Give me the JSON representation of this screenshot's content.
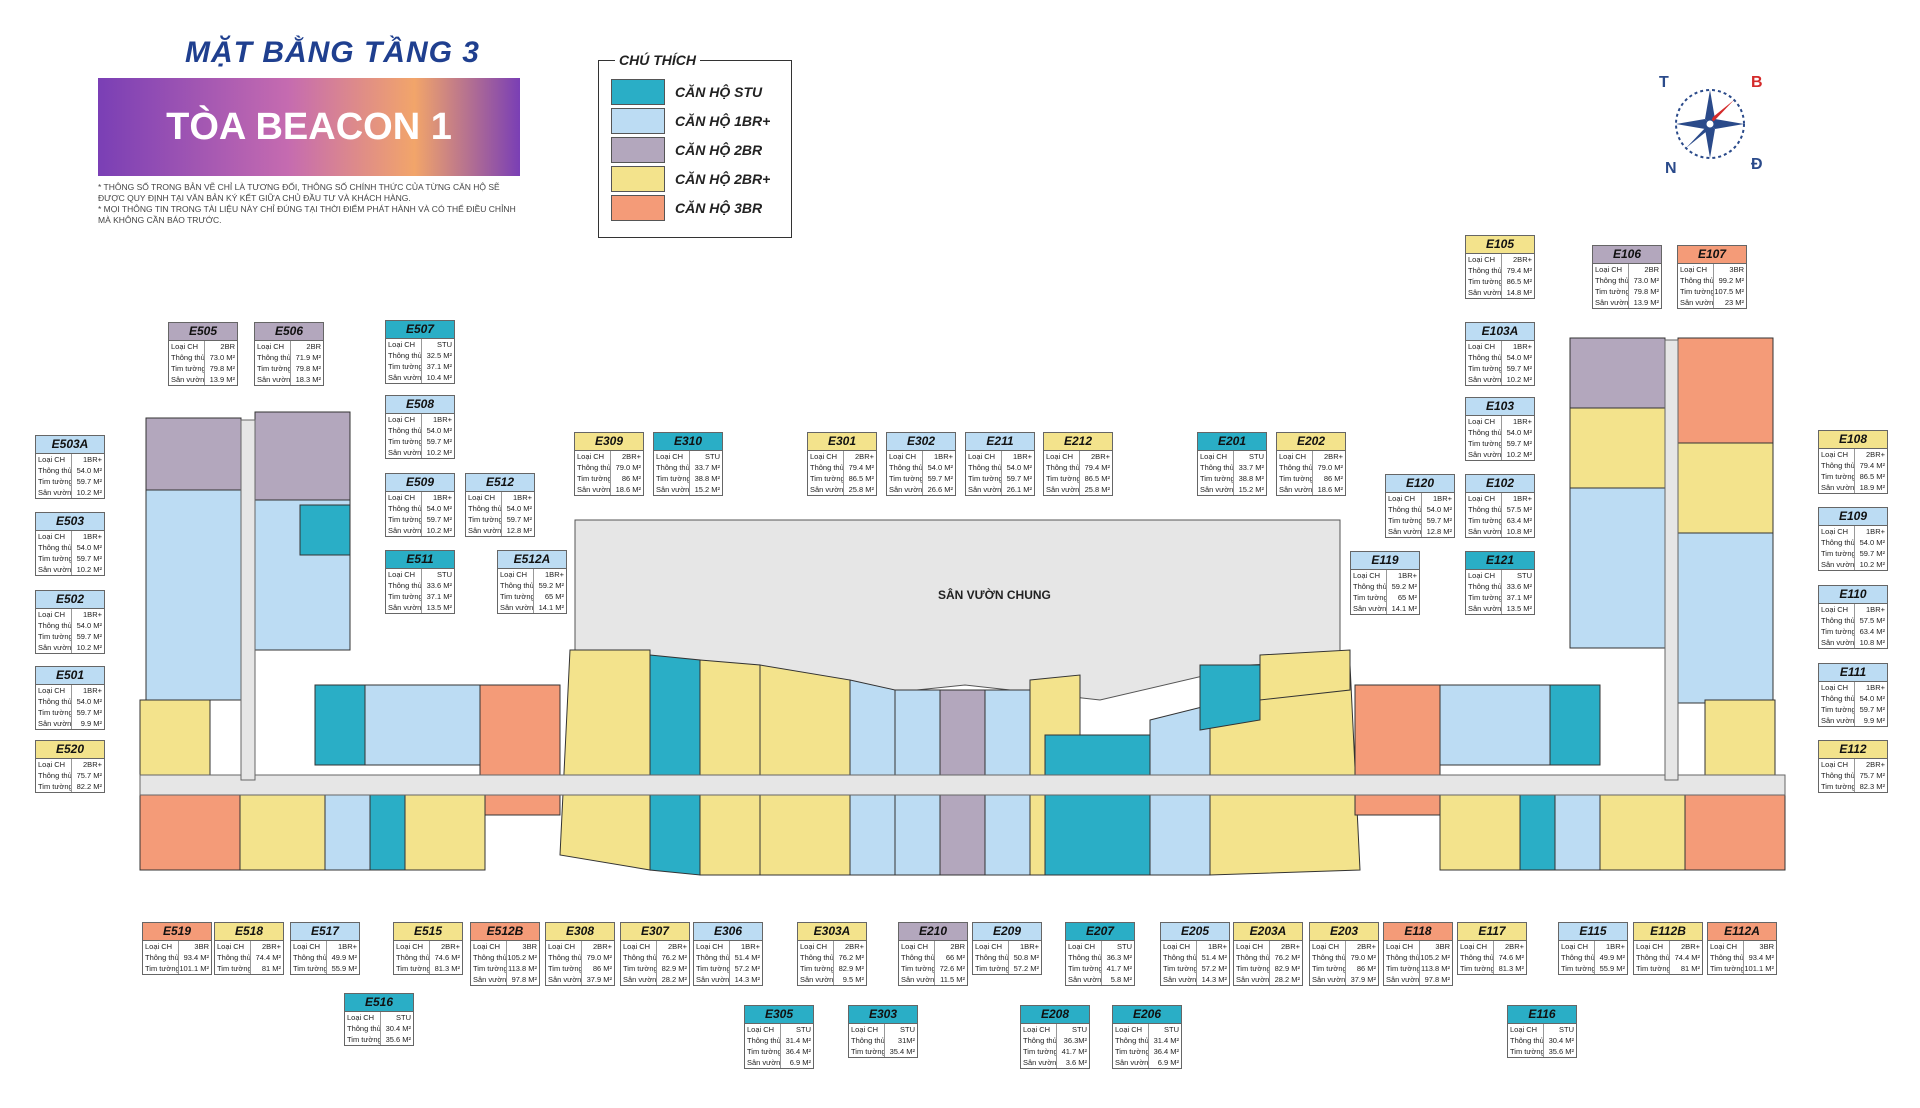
{
  "title": "MẶT BẰNG TẦNG 3",
  "banner": "TÒA BEACON 1",
  "notes": [
    "* THÔNG SỐ TRONG BẢN VẼ CHỈ LÀ TƯƠNG ĐỐI, THÔNG SỐ CHÍNH THỨC CỦA TỪNG CĂN HỘ SẼ ĐƯỢC QUY ĐỊNH TẠI VĂN BẢN KÝ KẾT GIỮA CHỦ ĐẦU TƯ VÀ KHÁCH HÀNG.",
    "* MỌI THÔNG TIN TRONG TÀI LIỆU NÀY CHỈ ĐÚNG TẠI THỜI ĐIỂM PHÁT HÀNH VÀ CÓ THỂ ĐIỀU CHỈNH MÀ KHÔNG CẦN BÁO TRƯỚC."
  ],
  "legend": {
    "title": "CHÚ THÍCH",
    "items": [
      {
        "label": "CĂN HỘ STU",
        "color": "#2aaec6"
      },
      {
        "label": "CĂN HỘ 1BR+",
        "color": "#bcdcf3"
      },
      {
        "label": "CĂN HỘ 2BR",
        "color": "#b3a7bd"
      },
      {
        "label": "CĂN HỘ 2BR+",
        "color": "#f3e38c"
      },
      {
        "label": "CĂN HỘ 3BR",
        "color": "#f49b78"
      }
    ]
  },
  "compass": {
    "n": "T",
    "e": "B",
    "s": "Đ",
    "w": "N"
  },
  "garden_label": "SÂN VƯỜN CHUNG",
  "row_labels": {
    "type": "Loại CH",
    "net": "Thông thủy",
    "gross": "Tim tường",
    "garden": "Sân vườn"
  },
  "units": [
    {
      "id": "E505",
      "type": "2BR",
      "net": "73.0 M²",
      "gross": "79.8 M²",
      "garden": "13.9 M²"
    },
    {
      "id": "E506",
      "type": "2BR",
      "net": "71.9 M²",
      "gross": "79.8 M²",
      "garden": "18.3 M²"
    },
    {
      "id": "E507",
      "type": "STU",
      "net": "32.5 M²",
      "gross": "37.1 M²",
      "garden": "10.4 M²"
    },
    {
      "id": "E508",
      "type": "1BR+",
      "net": "54.0 M²",
      "gross": "59.7 M²",
      "garden": "10.2 M²"
    },
    {
      "id": "E509",
      "type": "1BR+",
      "net": "54.0 M²",
      "gross": "59.7 M²",
      "garden": "10.2 M²"
    },
    {
      "id": "E512",
      "type": "1BR+",
      "net": "54.0 M²",
      "gross": "59.7 M²",
      "garden": "12.8 M²"
    },
    {
      "id": "E511",
      "type": "STU",
      "net": "33.6 M²",
      "gross": "37.1 M²",
      "garden": "13.5 M²"
    },
    {
      "id": "E512A",
      "type": "1BR+",
      "net": "59.2 M²",
      "gross": "65 M²",
      "garden": "14.1 M²"
    },
    {
      "id": "E503A",
      "type": "1BR+",
      "net": "54.0 M²",
      "gross": "59.7 M²",
      "garden": "10.2 M²"
    },
    {
      "id": "E503",
      "type": "1BR+",
      "net": "54.0 M²",
      "gross": "59.7 M²",
      "garden": "10.2 M²"
    },
    {
      "id": "E502",
      "type": "1BR+",
      "net": "54.0 M²",
      "gross": "59.7 M²",
      "garden": "10.2 M²"
    },
    {
      "id": "E501",
      "type": "1BR+",
      "net": "54.0 M²",
      "gross": "59.7 M²",
      "garden": "9.9 M²"
    },
    {
      "id": "E520",
      "type": "2BR+",
      "net": "75.7 M²",
      "gross": "82.2 M²",
      "garden": ""
    },
    {
      "id": "E309",
      "type": "2BR+",
      "net": "79.0 M²",
      "gross": "86 M²",
      "garden": "18.6 M²"
    },
    {
      "id": "E310",
      "type": "STU",
      "net": "33.7 M²",
      "gross": "38.8 M²",
      "garden": "15.2 M²"
    },
    {
      "id": "E301",
      "type": "2BR+",
      "net": "79.4 M²",
      "gross": "86.5 M²",
      "garden": "25.8 M²"
    },
    {
      "id": "E302",
      "type": "1BR+",
      "net": "54.0 M²",
      "gross": "59.7 M²",
      "garden": "26.6 M²"
    },
    {
      "id": "E211",
      "type": "1BR+",
      "net": "54.0 M²",
      "gross": "59.7 M²",
      "garden": "26.1 M²"
    },
    {
      "id": "E212",
      "type": "2BR+",
      "net": "79.4 M²",
      "gross": "86.5 M²",
      "garden": "25.8 M²"
    },
    {
      "id": "E201",
      "type": "STU",
      "net": "33.7 M²",
      "gross": "38.8 M²",
      "garden": "15.2 M²"
    },
    {
      "id": "E202",
      "type": "2BR+",
      "net": "79.0 M²",
      "gross": "86 M²",
      "garden": "18.6 M²"
    },
    {
      "id": "E105",
      "type": "2BR+",
      "net": "79.4 M²",
      "gross": "86.5 M²",
      "garden": "14.8 M²"
    },
    {
      "id": "E106",
      "type": "2BR",
      "net": "73.0 M²",
      "gross": "79.8 M²",
      "garden": "13.9 M²"
    },
    {
      "id": "E107",
      "type": "3BR",
      "net": "99.2 M²",
      "gross": "107.5 M²",
      "garden": "23 M²"
    },
    {
      "id": "E103A",
      "type": "1BR+",
      "net": "54.0 M²",
      "gross": "59.7 M²",
      "garden": "10.2 M²"
    },
    {
      "id": "E103",
      "type": "1BR+",
      "net": "54.0 M²",
      "gross": "59.7 M²",
      "garden": "10.2 M²"
    },
    {
      "id": "E108",
      "type": "2BR+",
      "net": "79.4 M²",
      "gross": "86.5 M²",
      "garden": "18.9 M²"
    },
    {
      "id": "E120",
      "type": "1BR+",
      "net": "54.0 M²",
      "gross": "59.7 M²",
      "garden": "12.8 M²"
    },
    {
      "id": "E102",
      "type": "1BR+",
      "net": "57.5 M²",
      "gross": "63.4 M²",
      "garden": "10.8 M²"
    },
    {
      "id": "E109",
      "type": "1BR+",
      "net": "54.0 M²",
      "gross": "59.7 M²",
      "garden": "10.2 M²"
    },
    {
      "id": "E119",
      "type": "1BR+",
      "net": "59.2 M²",
      "gross": "65 M²",
      "garden": "14.1 M²"
    },
    {
      "id": "E121",
      "type": "STU",
      "net": "33.6 M²",
      "gross": "37.1 M²",
      "garden": "13.5 M²"
    },
    {
      "id": "E110",
      "type": "1BR+",
      "net": "57.5 M²",
      "gross": "63.4 M²",
      "garden": "10.8 M²"
    },
    {
      "id": "E111",
      "type": "1BR+",
      "net": "54.0 M²",
      "gross": "59.7 M²",
      "garden": "9.9 M²"
    },
    {
      "id": "E112",
      "type": "2BR+",
      "net": "75.7 M²",
      "gross": "82.3 M²",
      "garden": ""
    },
    {
      "id": "E519",
      "type": "3BR",
      "net": "93.4 M²",
      "gross": "101.1 M²",
      "garden": ""
    },
    {
      "id": "E518",
      "type": "2BR+",
      "net": "74.4 M²",
      "gross": "81 M²",
      "garden": ""
    },
    {
      "id": "E517",
      "type": "1BR+",
      "net": "49.9 M²",
      "gross": "55.9 M²",
      "garden": ""
    },
    {
      "id": "E516",
      "type": "STU",
      "net": "30.4 M²",
      "gross": "35.6 M²",
      "garden": ""
    },
    {
      "id": "E515",
      "type": "2BR+",
      "net": "74.6 M²",
      "gross": "81.3 M²",
      "garden": ""
    },
    {
      "id": "E512B",
      "type": "3BR",
      "net": "105.2 M²",
      "gross": "113.8 M²",
      "garden": "97.8 M²"
    },
    {
      "id": "E308",
      "type": "2BR+",
      "net": "79.0 M²",
      "gross": "86 M²",
      "garden": "37.9 M²"
    },
    {
      "id": "E307",
      "type": "2BR+",
      "net": "76.2 M²",
      "gross": "82.9 M²",
      "garden": "28.2 M²"
    },
    {
      "id": "E306",
      "type": "1BR+",
      "net": "51.4 M²",
      "gross": "57.2 M²",
      "garden": "14.3 M²"
    },
    {
      "id": "E305",
      "type": "STU",
      "net": "31.4 M²",
      "gross": "36.4 M²",
      "garden": "6.9 M²"
    },
    {
      "id": "E303A",
      "type": "2BR+",
      "net": "76.2 M²",
      "gross": "82.9 M²",
      "garden": "9.5 M²"
    },
    {
      "id": "E303",
      "type": "STU",
      "net": "31M²",
      "gross": "35.4 M²",
      "garden": ""
    },
    {
      "id": "E210",
      "type": "2BR",
      "net": "66 M²",
      "gross": "72.6 M²",
      "garden": "11.5 M²"
    },
    {
      "id": "E209",
      "type": "1BR+",
      "net": "50.8 M²",
      "gross": "57.2 M²",
      "garden": ""
    },
    {
      "id": "E208",
      "type": "STU",
      "net": "36.3M²",
      "gross": "41.7 M²",
      "garden": "3.6 M²"
    },
    {
      "id": "E207",
      "type": "STU",
      "net": "36.3 M²",
      "gross": "41.7 M²",
      "garden": "5.8 M²"
    },
    {
      "id": "E206",
      "type": "STU",
      "net": "31.4 M²",
      "gross": "36.4 M²",
      "garden": "6.9 M²"
    },
    {
      "id": "E205",
      "type": "1BR+",
      "net": "51.4 M²",
      "gross": "57.2 M²",
      "garden": "14.3 M²"
    },
    {
      "id": "E203A",
      "type": "2BR+",
      "net": "76.2 M²",
      "gross": "82.9 M²",
      "garden": "28.2 M²"
    },
    {
      "id": "E203",
      "type": "2BR+",
      "net": "79.0 M²",
      "gross": "86 M²",
      "garden": "37.9 M²"
    },
    {
      "id": "E118",
      "type": "3BR",
      "net": "105.2 M²",
      "gross": "113.8 M²",
      "garden": "97.8 M²"
    },
    {
      "id": "E117",
      "type": "2BR+",
      "net": "74.6 M²",
      "gross": "81.3 M²",
      "garden": ""
    },
    {
      "id": "E116",
      "type": "STU",
      "net": "30.4 M²",
      "gross": "35.6 M²",
      "garden": ""
    },
    {
      "id": "E115",
      "type": "1BR+",
      "net": "49.9 M²",
      "gross": "55.9 M²",
      "garden": ""
    },
    {
      "id": "E112B",
      "type": "2BR+",
      "net": "74.4 M²",
      "gross": "81 M²",
      "garden": ""
    },
    {
      "id": "E112A",
      "type": "3BR",
      "net": "93.4 M²",
      "gross": "101.1 M²",
      "garden": ""
    }
  ]
}
